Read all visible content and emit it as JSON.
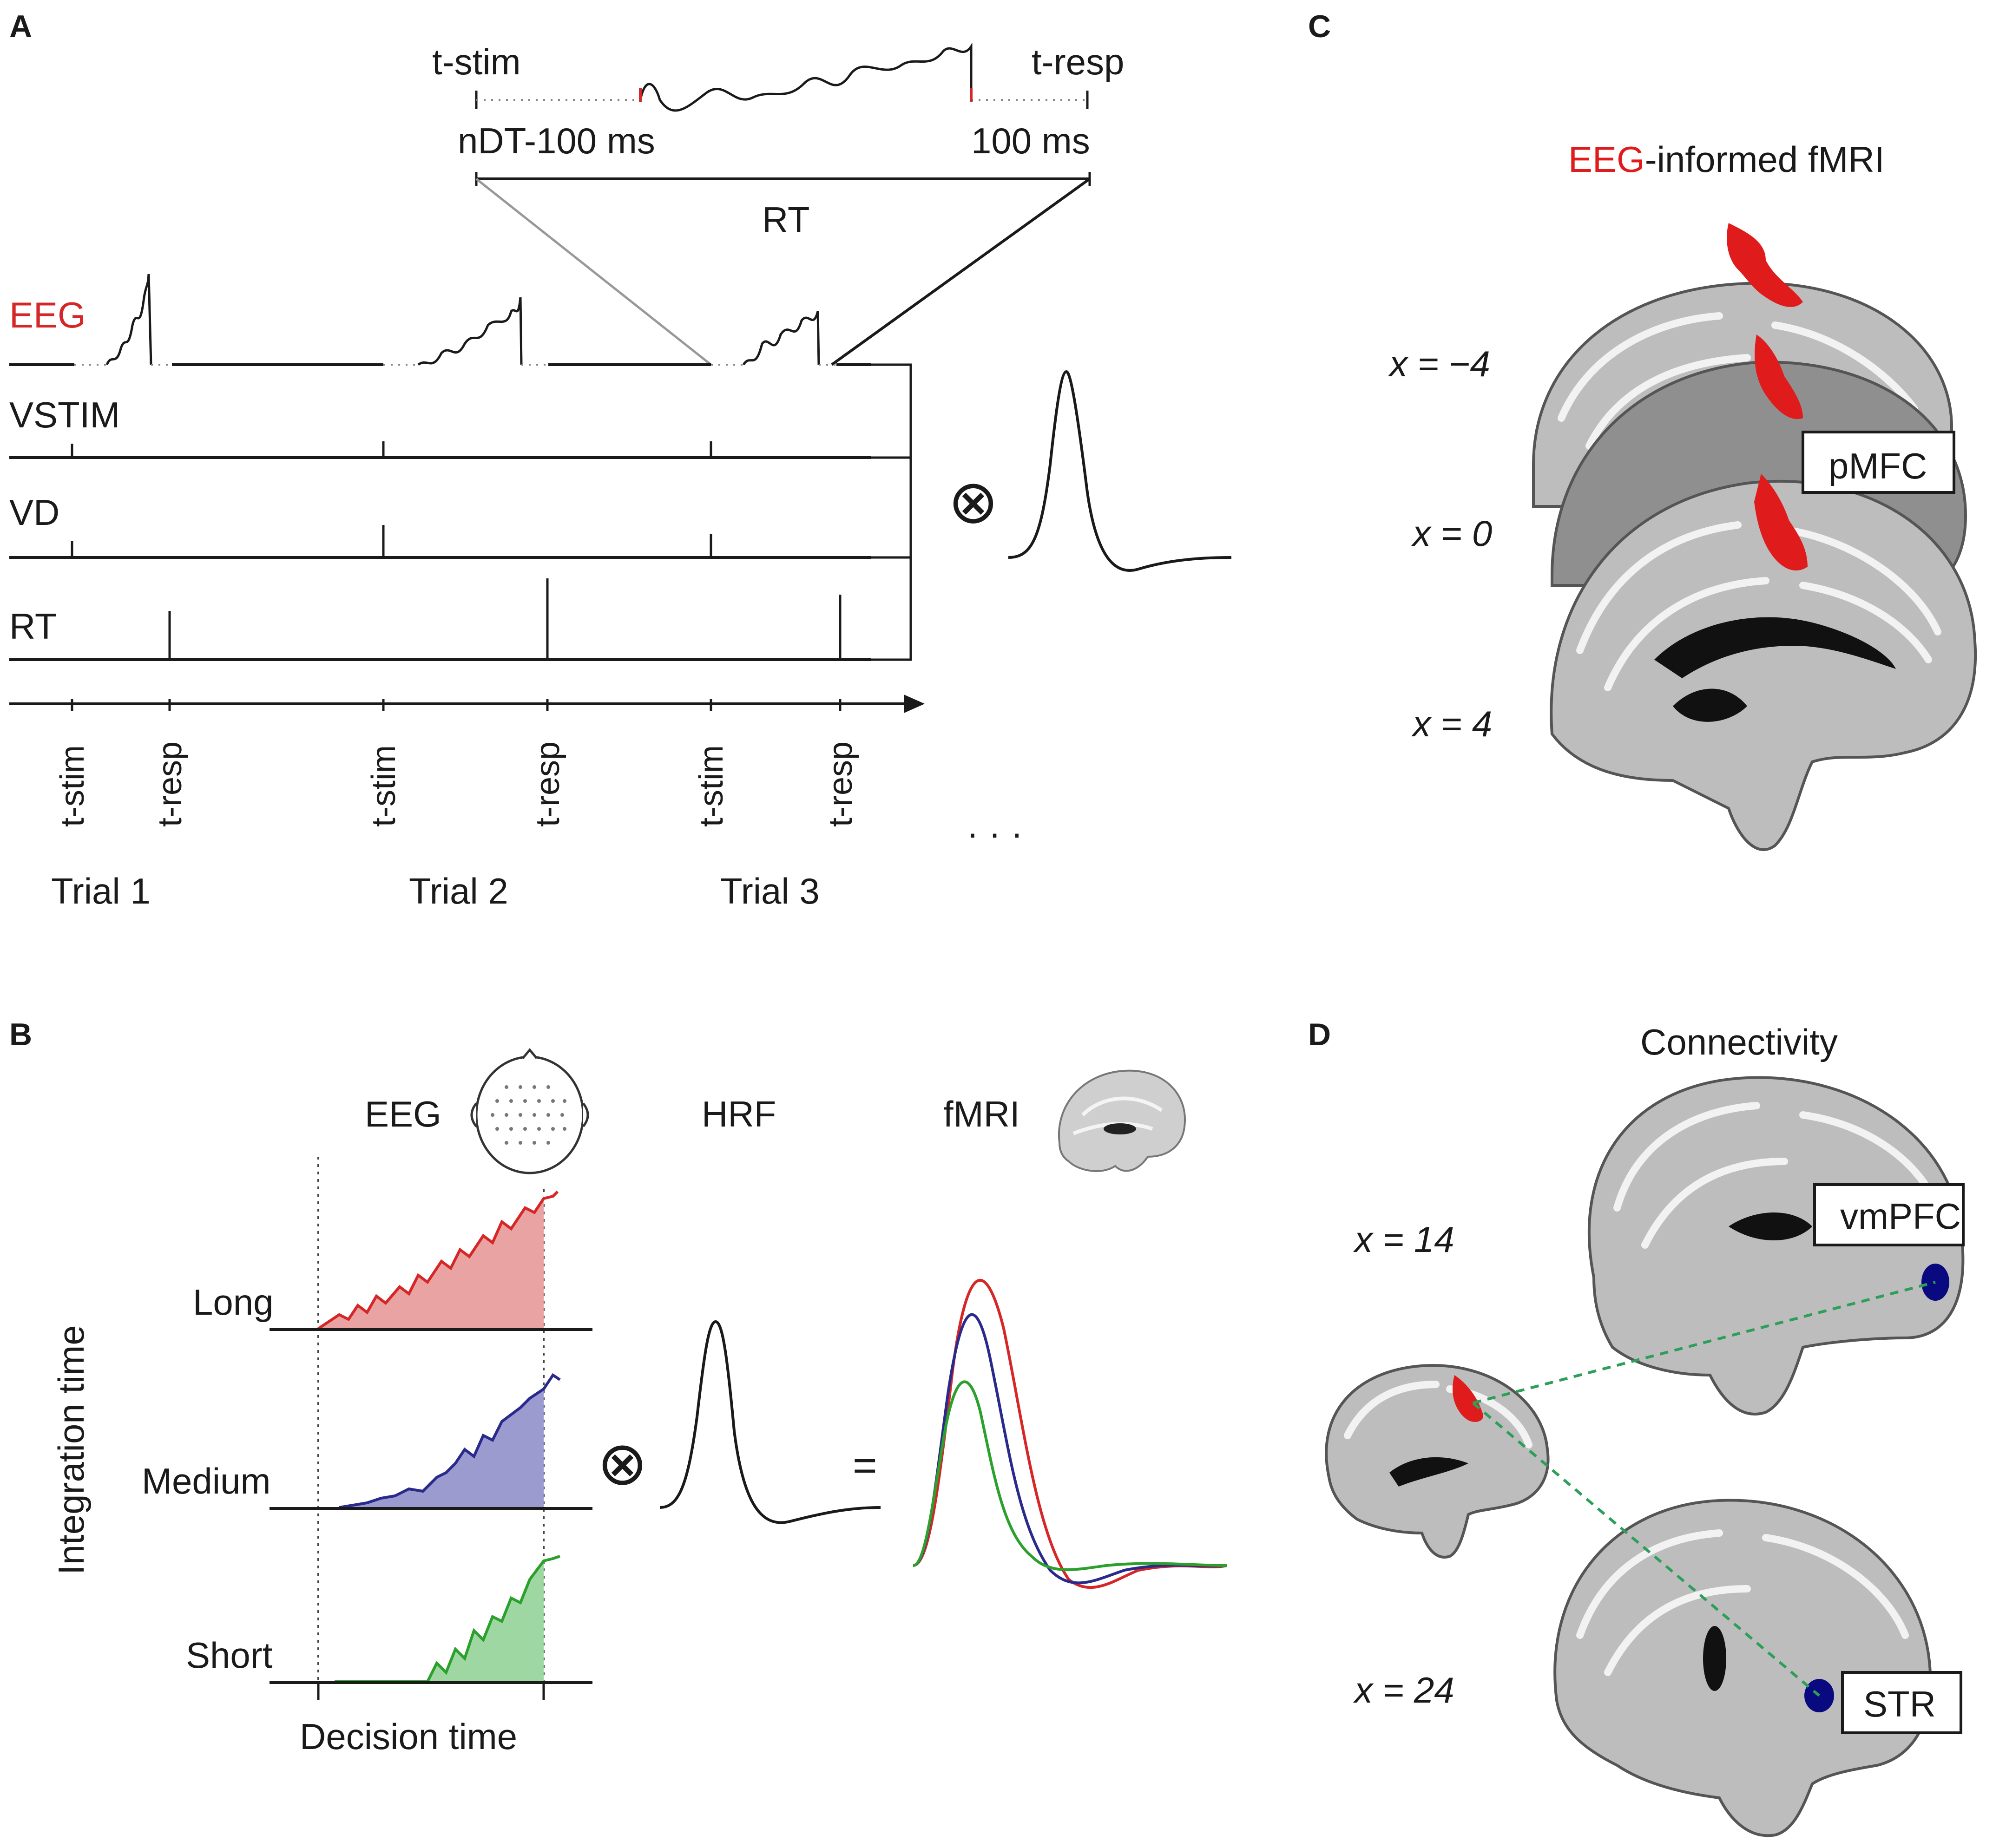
{
  "panel_a": {
    "letter": "A",
    "zoom": {
      "t_stim": "t-stim",
      "t_resp": "t-resp",
      "left_offset": "nDT-100 ms",
      "right_offset": "100 ms",
      "rt": "RT"
    },
    "rows": {
      "eeg": "EEG",
      "vstim": "VSTIM",
      "vd": "VD",
      "rt": "RT"
    },
    "ticks": [
      "t-stim",
      "t-resp",
      "t-stim",
      "t-resp",
      "t-stim",
      "t-resp"
    ],
    "trials": [
      "Trial 1",
      "Trial 2",
      "Trial 3"
    ],
    "convolve": "⊗",
    "ellipsis": "· · ·"
  },
  "panel_b": {
    "letter": "B",
    "headers": {
      "eeg": "EEG",
      "hrf": "HRF",
      "fmri": "fMRI"
    },
    "y_label": "Integration time",
    "x_label": "Decision time",
    "conditions": [
      "Long",
      "Medium",
      "Short"
    ],
    "convolve": "⊗",
    "equals": "=",
    "colors": {
      "long": "#d62728",
      "medium": "#2a2a8c",
      "short": "#2ca02c",
      "long_fill": "#e9a3a3",
      "medium_fill": "#9b9bd0",
      "short_fill": "#9fd7a3"
    }
  },
  "panel_c": {
    "letter": "C",
    "title_red": "EEG",
    "title_rest": "-informed fMRI",
    "slices": [
      "x = −4",
      "x = 0",
      "x = 4"
    ],
    "region": "pMFC",
    "colors": {
      "activation": "#e01b1b"
    }
  },
  "panel_d": {
    "letter": "D",
    "title": "Connectivity",
    "slices": [
      "x = 14",
      "x = 24"
    ],
    "regions": [
      "vmPFC",
      "STR"
    ],
    "colors": {
      "target": "#0a0a80",
      "link": "#2e9e5b",
      "seed": "#e01b1b"
    }
  }
}
